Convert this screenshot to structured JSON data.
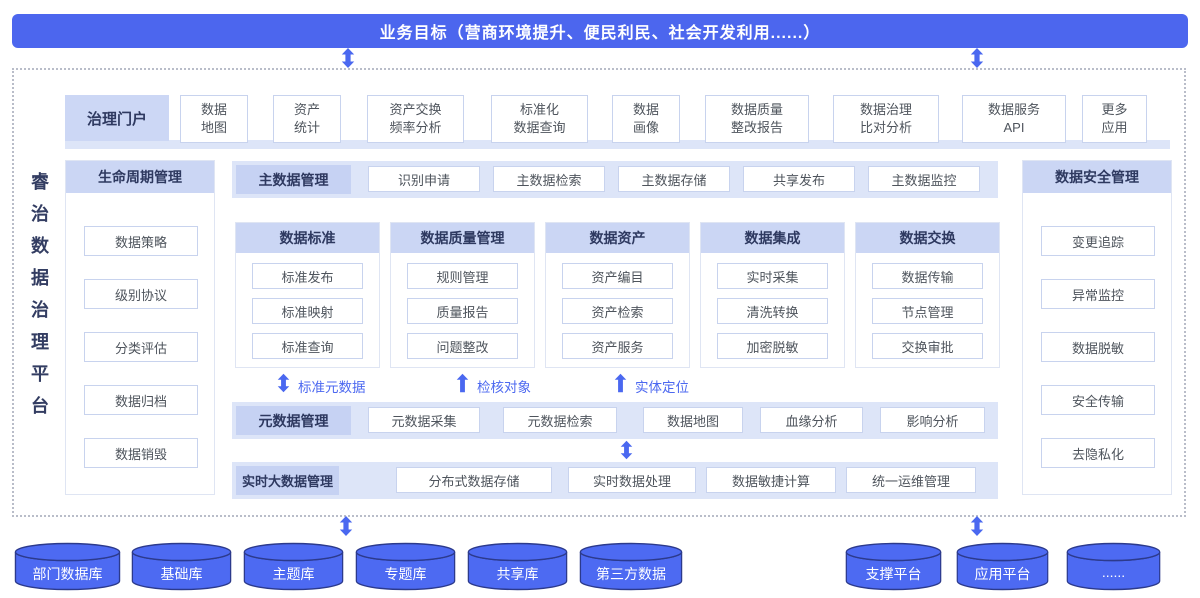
{
  "banner": {
    "title": "业务目标（营商环境提升、便民利民、社会开发利用......）"
  },
  "platform": {
    "vertical_title": "睿治数据治理平台"
  },
  "portal": {
    "label": "治理门户",
    "items": [
      "数据\n地图",
      "资产\n统计",
      "资产交换\n频率分析",
      "标准化\n数据查询",
      "数据\n画像",
      "数据质量\n整改报告",
      "数据治理\n比对分析",
      "数据服务\nAPI",
      "更多\n应用"
    ]
  },
  "lifecycle": {
    "title": "生命周期管理",
    "items": [
      "数据策略",
      "级别协议",
      "分类评估",
      "数据归档",
      "数据销毁"
    ]
  },
  "master_data": {
    "label": "主数据管理",
    "items": [
      "识别申请",
      "主数据检索",
      "主数据存储",
      "共享发布",
      "主数据监控"
    ]
  },
  "modules": [
    {
      "title": "数据标准",
      "items": [
        "标准发布",
        "标准映射",
        "标准查询"
      ]
    },
    {
      "title": "数据质量管理",
      "items": [
        "规则管理",
        "质量报告",
        "问题整改"
      ]
    },
    {
      "title": "数据资产",
      "items": [
        "资产编目",
        "资产检索",
        "资产服务"
      ]
    },
    {
      "title": "数据集成",
      "items": [
        "实时采集",
        "清洗转换",
        "加密脱敏"
      ]
    },
    {
      "title": "数据交换",
      "items": [
        "数据传输",
        "节点管理",
        "交换审批"
      ]
    }
  ],
  "flow_labels": [
    "标准元数据",
    "检核对象",
    "实体定位"
  ],
  "metadata": {
    "label": "元数据管理",
    "items": [
      "元数据采集",
      "元数据检索",
      "数据地图",
      "血缘分析",
      "影响分析"
    ]
  },
  "bigdata": {
    "label": "实时大数据管理",
    "items": [
      "分布式数据存储",
      "实时数据处理",
      "数据敏捷计算",
      "统一运维管理"
    ]
  },
  "security": {
    "title": "数据安全管理",
    "items": [
      "变更追踪",
      "异常监控",
      "数据脱敏",
      "安全传输",
      "去隐私化"
    ]
  },
  "datasources": [
    "部门数据库",
    "基础库",
    "主题库",
    "专题库",
    "共享库",
    "第三方数据"
  ],
  "platforms": [
    "支撑平台",
    "应用平台",
    "......"
  ],
  "colors": {
    "primary": "#4c66ee",
    "arrow": "#4a68f0",
    "header_bg": "#cbd6f4",
    "row_bg": "#dde5f8",
    "row_label_bg": "#c6d2f3",
    "item_border": "#c8d3ee",
    "cylinder_fill": "#4d6af2",
    "cylinder_stroke": "#2c3a8c",
    "navy_text": "#2e3960"
  }
}
